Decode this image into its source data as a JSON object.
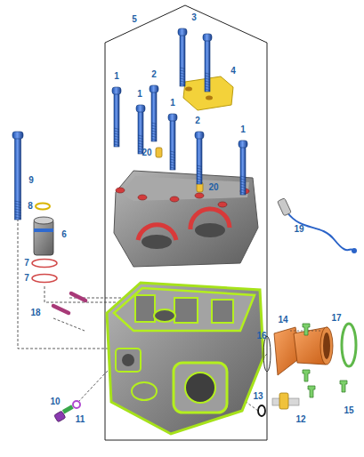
{
  "diagram": {
    "labels": [
      "5",
      "3",
      "4",
      "1",
      "1",
      "2",
      "1",
      "2",
      "1",
      "20",
      "20",
      "19",
      "9",
      "8",
      "6",
      "7",
      "7",
      "18",
      "16",
      "14",
      "17",
      "15",
      "10",
      "11",
      "13",
      "12"
    ]
  }
}
